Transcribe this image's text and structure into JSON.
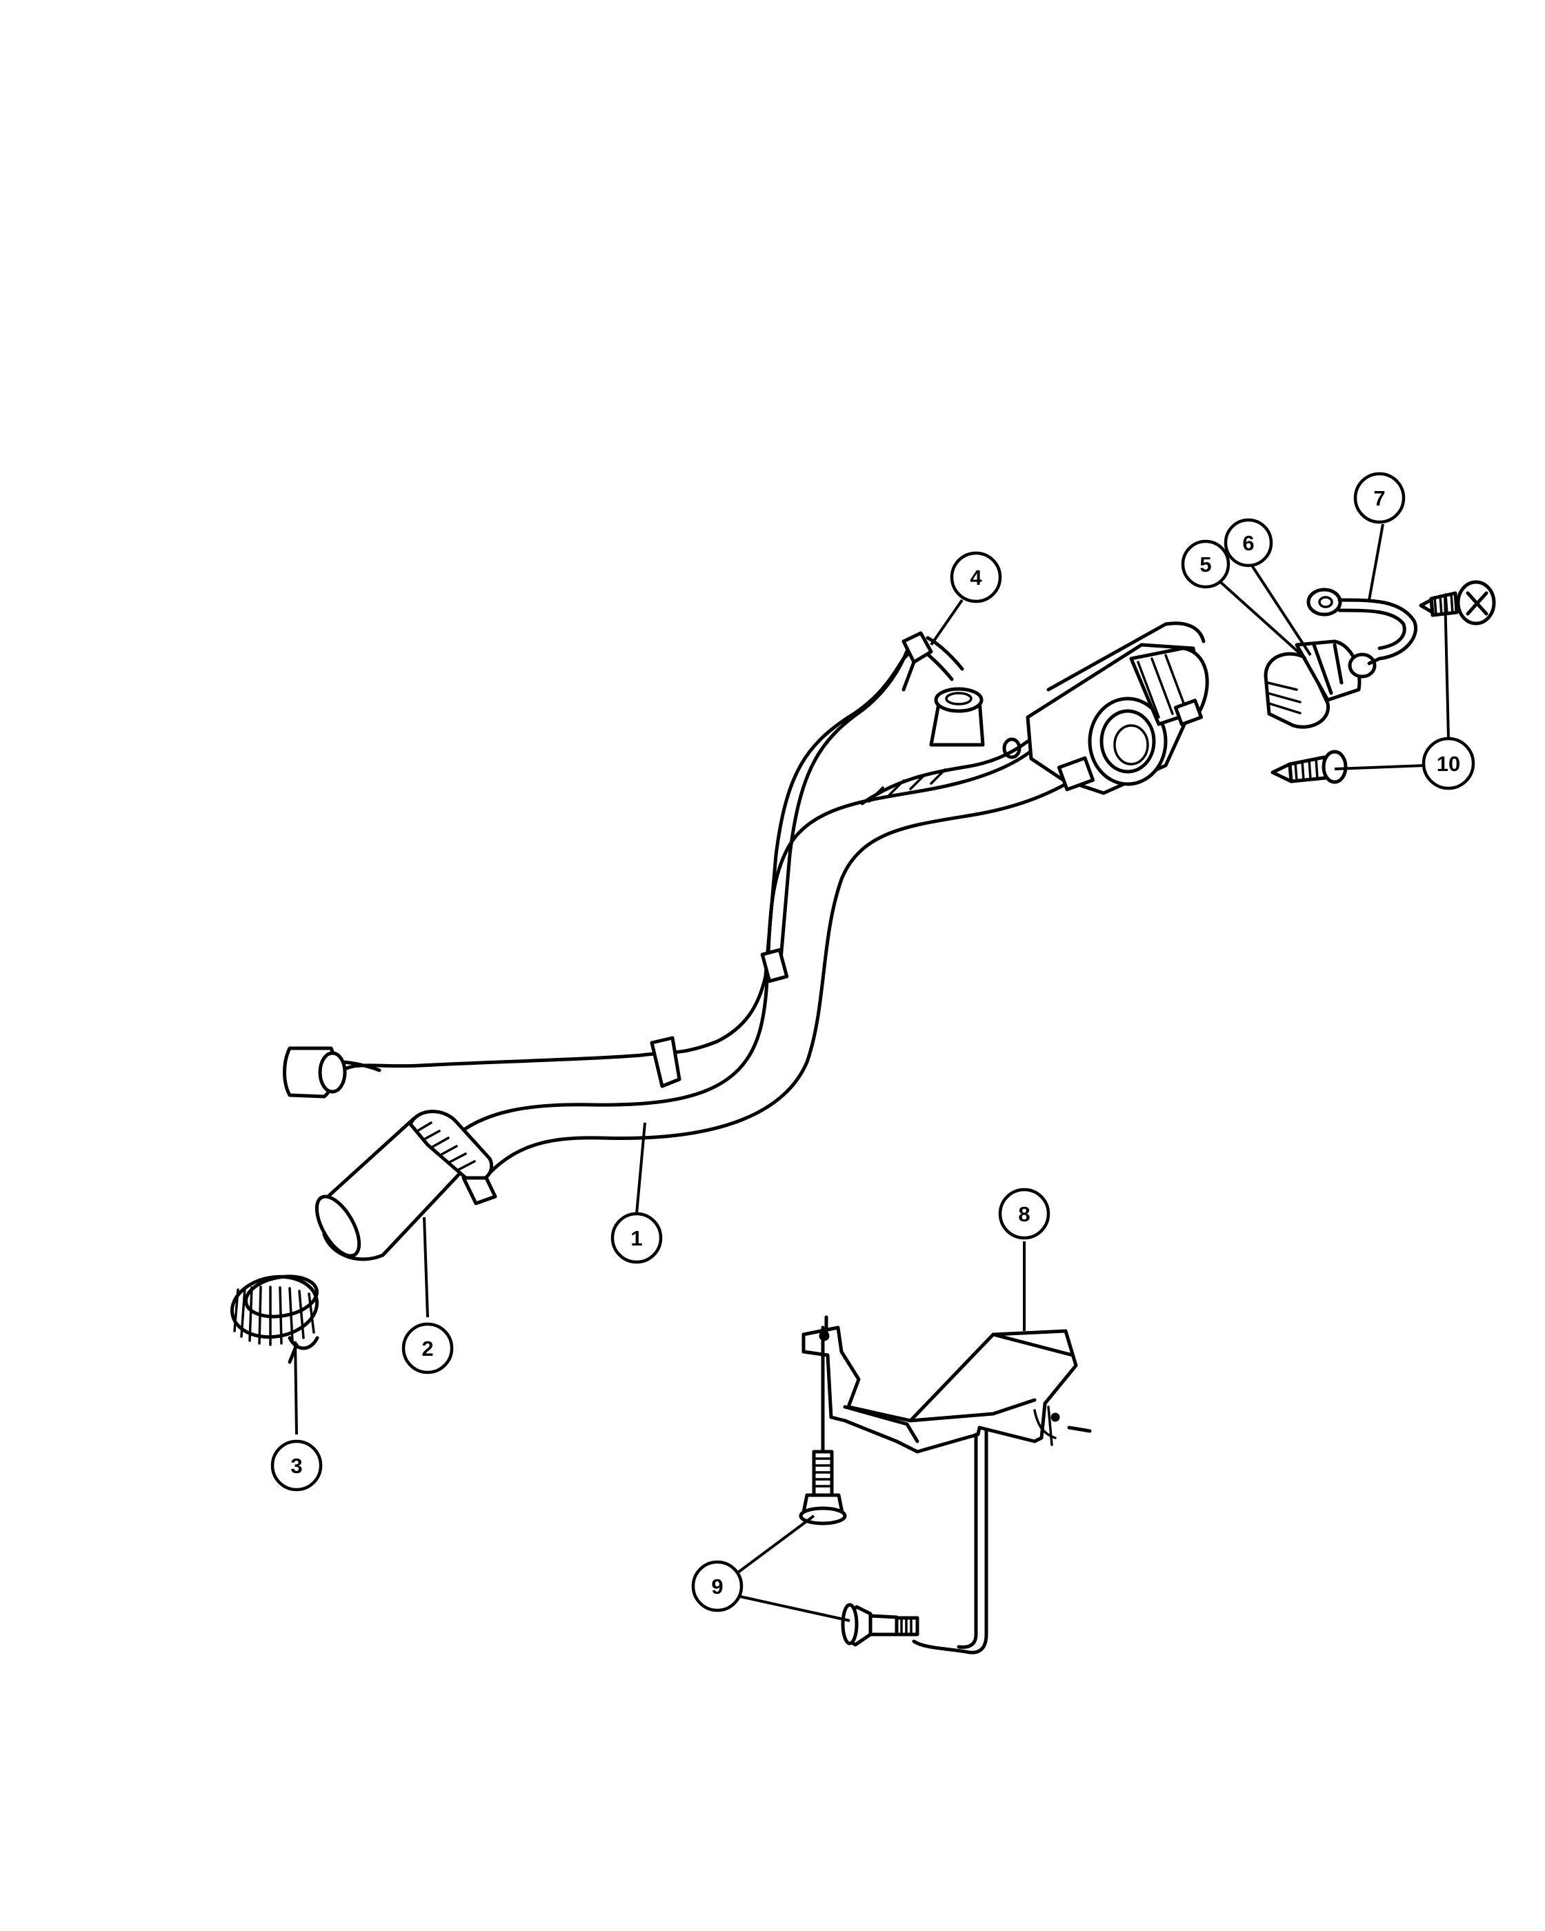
{
  "diagram": {
    "callouts": [
      {
        "id": "c1",
        "label": "1"
      },
      {
        "id": "c2",
        "label": "2"
      },
      {
        "id": "c3",
        "label": "3"
      },
      {
        "id": "c4",
        "label": "4"
      },
      {
        "id": "c5",
        "label": "5"
      },
      {
        "id": "c6",
        "label": "6"
      },
      {
        "id": "c7",
        "label": "7"
      },
      {
        "id": "c8",
        "label": "8"
      },
      {
        "id": "c9",
        "label": "9"
      },
      {
        "id": "c10",
        "label": "10"
      }
    ],
    "colors": {
      "ink": "#000000",
      "paper": "#ffffff"
    }
  }
}
